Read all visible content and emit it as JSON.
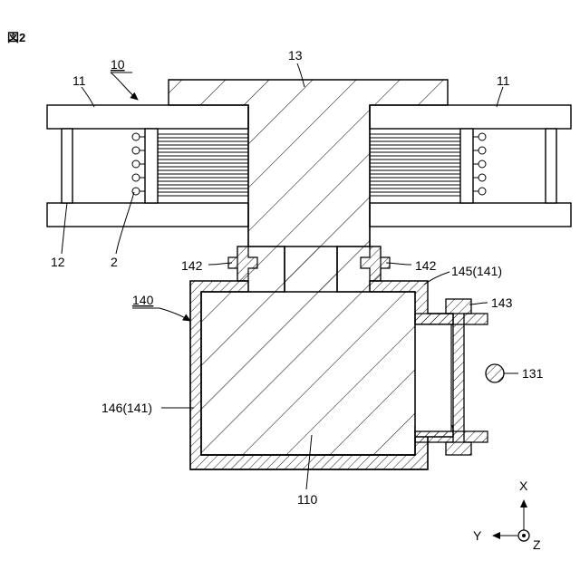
{
  "figure": {
    "title": "図2"
  },
  "labels": {
    "l10": "10",
    "l11_left": "11",
    "l11_right": "11",
    "l13": "13",
    "l12": "12",
    "l2": "2",
    "l142_left": "142",
    "l142_right": "142",
    "l145": "145(141)",
    "l143": "143",
    "l140": "140",
    "l131": "131",
    "l146": "146(141)",
    "l110": "110"
  },
  "axes": {
    "x": "X",
    "y": "Y",
    "z": "Z"
  }
}
